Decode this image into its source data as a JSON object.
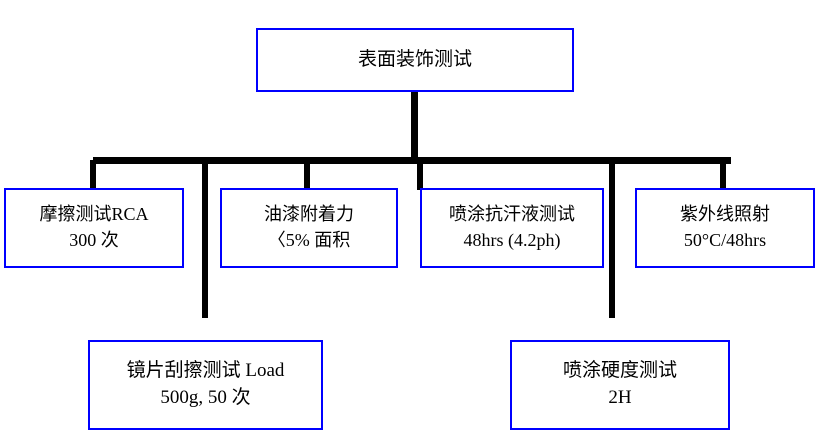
{
  "diagram": {
    "title": "表面装饰测试",
    "root": {
      "label": "表面装饰测试"
    },
    "tier2": [
      {
        "line1": "摩擦测试RCA",
        "line2": "300 次"
      },
      {
        "line1": "油漆附着力",
        "line2": "〈5% 面积"
      },
      {
        "line1": "喷涂抗汗液测试",
        "line2": "48hrs (4.2ph)"
      },
      {
        "line1": "紫外线照射",
        "line2": "50°C/48hrs"
      }
    ],
    "tier3": [
      {
        "line1": "镜片刮擦测试 Load",
        "line2": "500g, 50 次"
      },
      {
        "line1": "喷涂硬度测试",
        "line2": "2H"
      }
    ],
    "colors": {
      "node_border": "#0000ff",
      "connector": "#000000",
      "background": "#ffffff",
      "text": "#000000"
    }
  }
}
